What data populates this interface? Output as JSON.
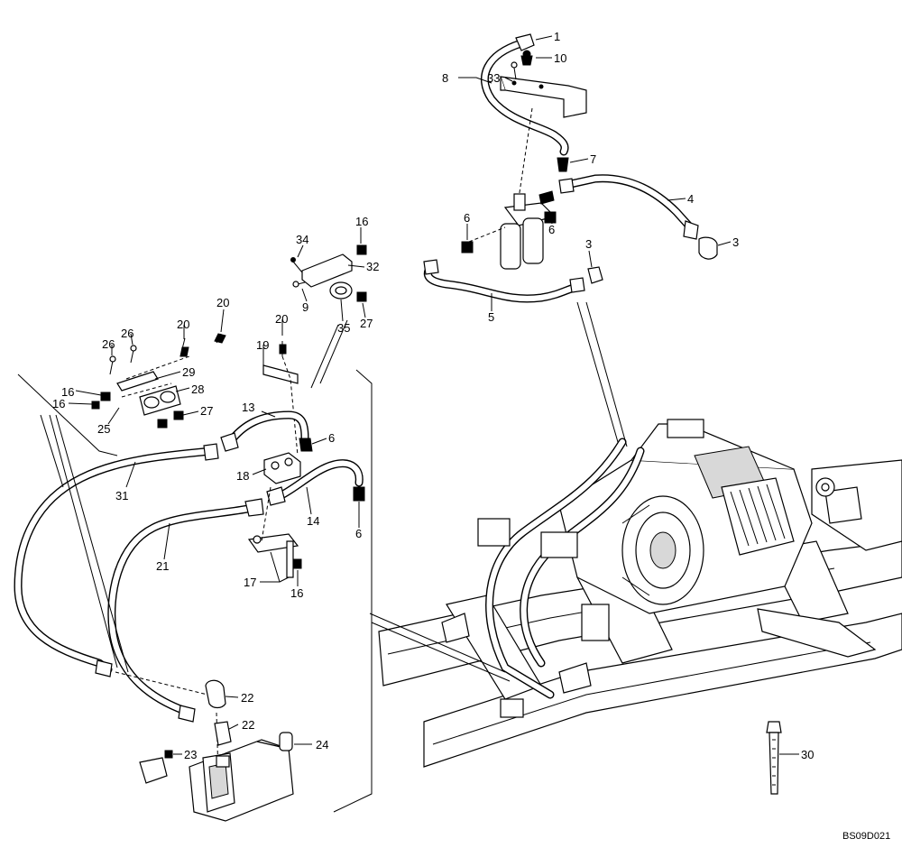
{
  "figure_code": "BS09D021",
  "callouts": [
    {
      "id": "c1",
      "text": "1"
    },
    {
      "id": "c10",
      "text": "10"
    },
    {
      "id": "c8",
      "text": "8"
    },
    {
      "id": "c33",
      "text": "33"
    },
    {
      "id": "c7",
      "text": "7"
    },
    {
      "id": "c4",
      "text": "4"
    },
    {
      "id": "c6a",
      "text": "6"
    },
    {
      "id": "c6b",
      "text": "6"
    },
    {
      "id": "c3a",
      "text": "3"
    },
    {
      "id": "c3b",
      "text": "3"
    },
    {
      "id": "c5",
      "text": "5"
    },
    {
      "id": "c16a",
      "text": "16"
    },
    {
      "id": "c34",
      "text": "34"
    },
    {
      "id": "c32",
      "text": "32"
    },
    {
      "id": "c9",
      "text": "9"
    },
    {
      "id": "c35",
      "text": "35"
    },
    {
      "id": "c27a",
      "text": "27"
    },
    {
      "id": "c20a",
      "text": "20"
    },
    {
      "id": "c20b",
      "text": "20"
    },
    {
      "id": "c20c",
      "text": "20"
    },
    {
      "id": "c26a",
      "text": "26"
    },
    {
      "id": "c26b",
      "text": "26"
    },
    {
      "id": "c19",
      "text": "19"
    },
    {
      "id": "c29",
      "text": "29"
    },
    {
      "id": "c16b",
      "text": "16"
    },
    {
      "id": "c16c",
      "text": "16"
    },
    {
      "id": "c28",
      "text": "28"
    },
    {
      "id": "c27b",
      "text": "27"
    },
    {
      "id": "c25",
      "text": "25"
    },
    {
      "id": "c13",
      "text": "13"
    },
    {
      "id": "c6c",
      "text": "6"
    },
    {
      "id": "c18",
      "text": "18"
    },
    {
      "id": "c31",
      "text": "31"
    },
    {
      "id": "c14",
      "text": "14"
    },
    {
      "id": "c6d",
      "text": "6"
    },
    {
      "id": "c21",
      "text": "21"
    },
    {
      "id": "c17",
      "text": "17"
    },
    {
      "id": "c16d",
      "text": "16"
    },
    {
      "id": "c22a",
      "text": "22"
    },
    {
      "id": "c22b",
      "text": "22"
    },
    {
      "id": "c23",
      "text": "23"
    },
    {
      "id": "c24",
      "text": "24"
    },
    {
      "id": "c30",
      "text": "30"
    }
  ]
}
